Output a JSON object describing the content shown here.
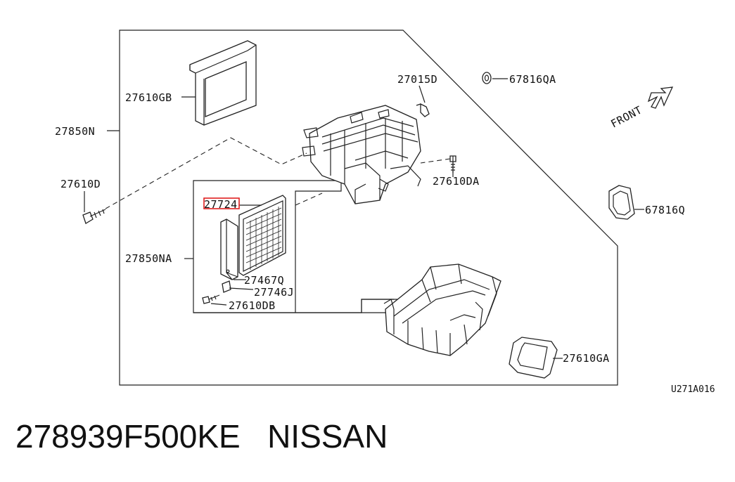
{
  "labels": {
    "l_27610GB": "27610GB",
    "l_27850N": "27850N",
    "l_27610D": "27610D",
    "l_27015D": "27015D",
    "l_67816QA": "67816QA",
    "l_front": "FRONT",
    "l_27610DA": "27610DA",
    "l_27724": "27724",
    "l_67816Q": "67816Q",
    "l_27850NA": "27850NA",
    "l_27467Q": "27467Q",
    "l_27746J": "27746J",
    "l_27610DB": "27610DB",
    "l_27610GA": "27610GA",
    "diagram_code": "U271A016"
  },
  "caption": {
    "part_number": "278939F500KE",
    "brand": "NISSAN"
  },
  "highlight_color": "#e02020"
}
